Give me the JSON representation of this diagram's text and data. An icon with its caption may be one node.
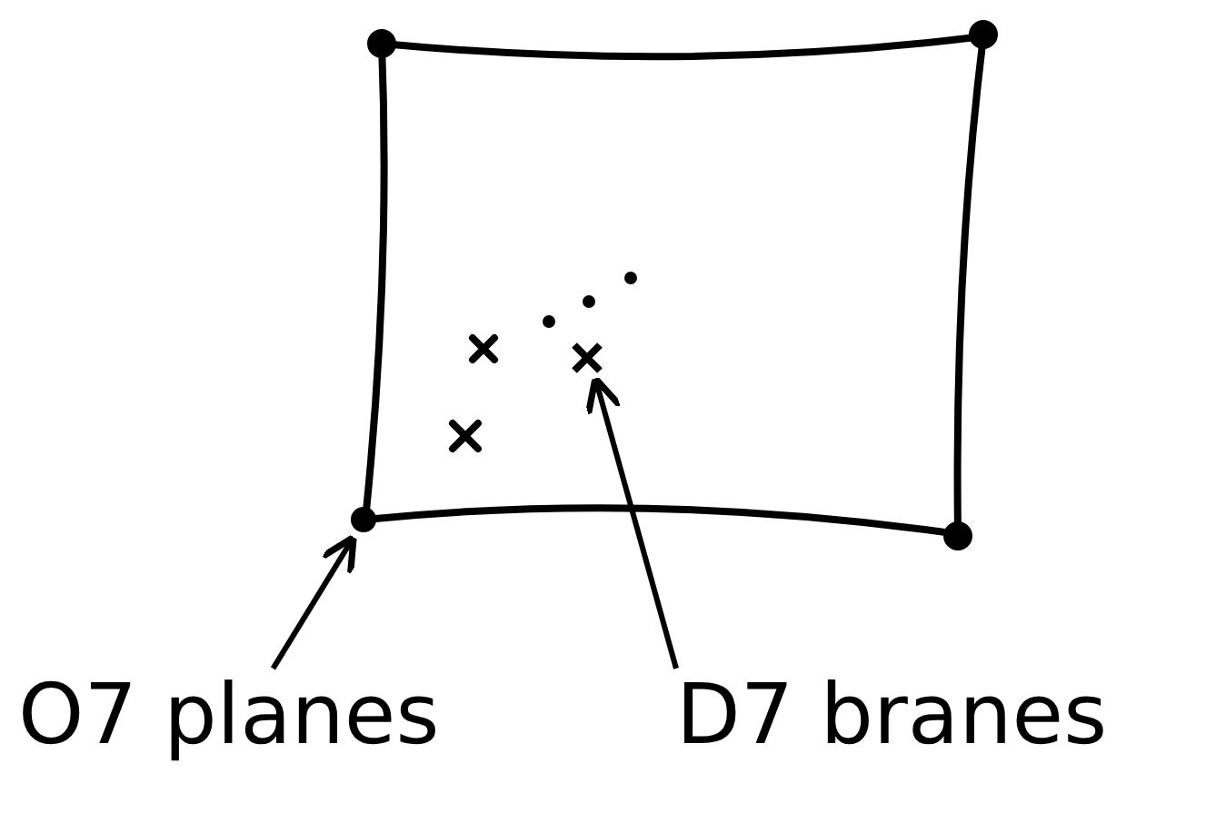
{
  "diagram": {
    "nodes": [
      {
        "text": [
          "O7 planes"
        ]
      },
      {
        "text": [],
        "shape": "circle"
      },
      {
        "text": [
          "D7 branes"
        ]
      },
      {
        "text": [],
        "shape": "cross"
      }
    ],
    "edges": [
      {
        "from": 0,
        "to": 1,
        "arrow": "to"
      },
      {
        "from": 2,
        "to": 3,
        "arrow": "to"
      }
    ]
  }
}
